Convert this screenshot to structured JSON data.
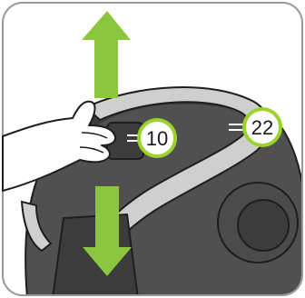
{
  "figure": {
    "frame_color": "#9a9a9a",
    "vacuum_dark": "#3c3c3c",
    "vacuum_mid": "#4b4b4b",
    "vacuum_body": "#505050",
    "handle_gray": "#cfcfcf",
    "arrow_green": "#8cc63f",
    "callout_ring": "#9bd22b",
    "skin_white": "#ffffff",
    "outline": "#1e1e1e"
  },
  "callouts": [
    {
      "label": "10"
    },
    {
      "label": "22"
    }
  ],
  "arrows": [
    {
      "direction": "up"
    },
    {
      "direction": "down"
    }
  ]
}
